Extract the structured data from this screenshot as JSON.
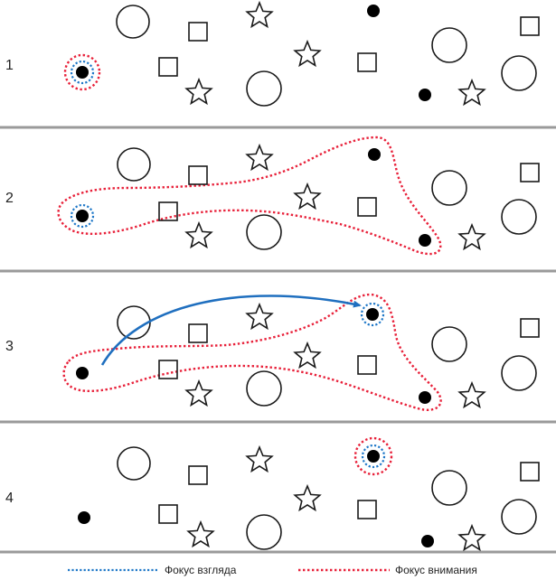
{
  "rows": [
    {
      "label": "1"
    },
    {
      "label": "2"
    },
    {
      "label": "3"
    },
    {
      "label": "4"
    }
  ],
  "legend": {
    "gaze_label": "Фокус взгляда",
    "attention_label": "Фокус внимания"
  },
  "colors": {
    "gaze": "#1f78c8",
    "attention": "#e8213a",
    "saccade_arrow": "#1f6fbf"
  }
}
